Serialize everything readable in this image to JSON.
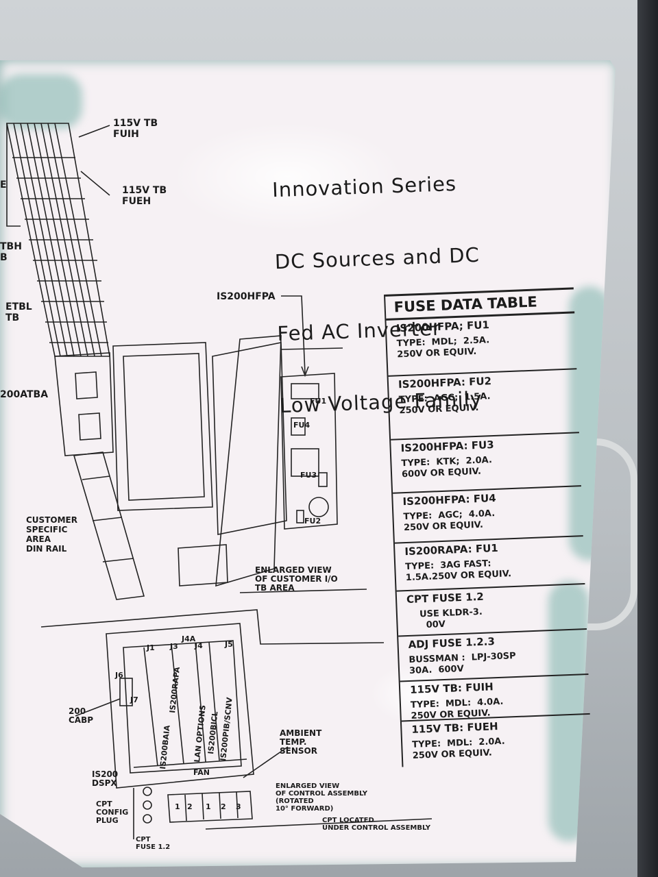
{
  "title_lines": [
    "Innovation Series",
    "DC Sources and DC",
    "Fed AC Inverter",
    "Low Voltage Family"
  ],
  "labels": {
    "tb_fuih": "115V TB\nFUIH",
    "tb_fueh": "115V TB\nFUEH",
    "frag_e": "E",
    "frag_tbh": "TBH\nB",
    "etbl": "ETBL\nTB",
    "atba": "200ATBA",
    "is200hfpa": "IS200HFPA",
    "fu1": "FU1",
    "fu4": "FU4",
    "fu3": "FU3",
    "fu2": "FU2",
    "customer_area": "CUSTOMER\nSPECIFIC\nAREA\nDIN RAIL",
    "enlarged_io": "ENLARGED VIEW\nOF CUSTOMER I/O\nTB AREA",
    "j1": "J1",
    "j4a": "J4A",
    "j3": "J3",
    "j4": "J4",
    "j5": "J5",
    "j6": "J6",
    "j7": "J7",
    "is200rapa": "IS200RAPA",
    "is200bai": "IS200BAIA",
    "lan_options": "LAN OPTIONS",
    "is200bicl": "IS200BICL",
    "is200pib": "IS200PIB/SCNV",
    "fan": "FAN",
    "cabp": "200\nCABP",
    "dspx": "IS200\nDSPX",
    "cpt_config": "CPT\nCONFIG\nPLUG",
    "ambient": "AMBIENT\nTEMP.\nSENSOR",
    "enlarged_ctrl": "ENLARGED VIEW\nOF CONTROL ASSEMBLY\n(ROTATED\n10° FORWARD)",
    "cpt_located": "CPT LOCATED\nUNDER CONTROL ASSEMBLY",
    "cpt_fuse": "CPT\nFUSE 1.2",
    "term_1a": "1",
    "term_2a": "2",
    "term_1b": "1",
    "term_2b": "2",
    "term_3": "3"
  },
  "fuse_table": {
    "header": "FUSE DATA TABLE",
    "rows": [
      {
        "head": "IS200HFPA;   FU1",
        "detail": "TYPE:  MDL;  2.5A.\n250V OR EQUIV."
      },
      {
        "head": "IS200HFPA:   FU2",
        "detail": "TYPE:  AGC;  1.5A.\n250V OR EQUIV."
      },
      {
        "head": "IS200HFPA:   FU3",
        "detail": "TYPE:  KTK;  2.0A.\n600V OR EQUIV."
      },
      {
        "head": "IS200HFPA:   FU4",
        "detail": "TYPE:  AGC;  4.0A.\n250V OR EQUIV."
      },
      {
        "head": "IS200RAPA:   FU1",
        "detail": "TYPE:  3AG FAST:\n1.5A.250V OR EQUIV."
      },
      {
        "head": "CPT FUSE 1.2",
        "detail": "    USE KLDR-3.\n      00V"
      },
      {
        "head": "ADJ FUSE 1.2.3",
        "detail": "BUSSMAN :  LPJ-30SP\n30A.  600V"
      },
      {
        "head": "115V TB:  FUIH",
        "detail": "TYPE:  MDL:  4.0A.\n250V OR EQUIV."
      },
      {
        "head": "115V TB:  FUEH",
        "detail": "TYPE:  MDL:  2.0A.\n250V OR EQUIV."
      }
    ]
  },
  "colors": {
    "placard": "#f6f1f4",
    "ink": "#1b1b1b",
    "corrosion": "#328c7d",
    "metal": "#b9bec2"
  }
}
